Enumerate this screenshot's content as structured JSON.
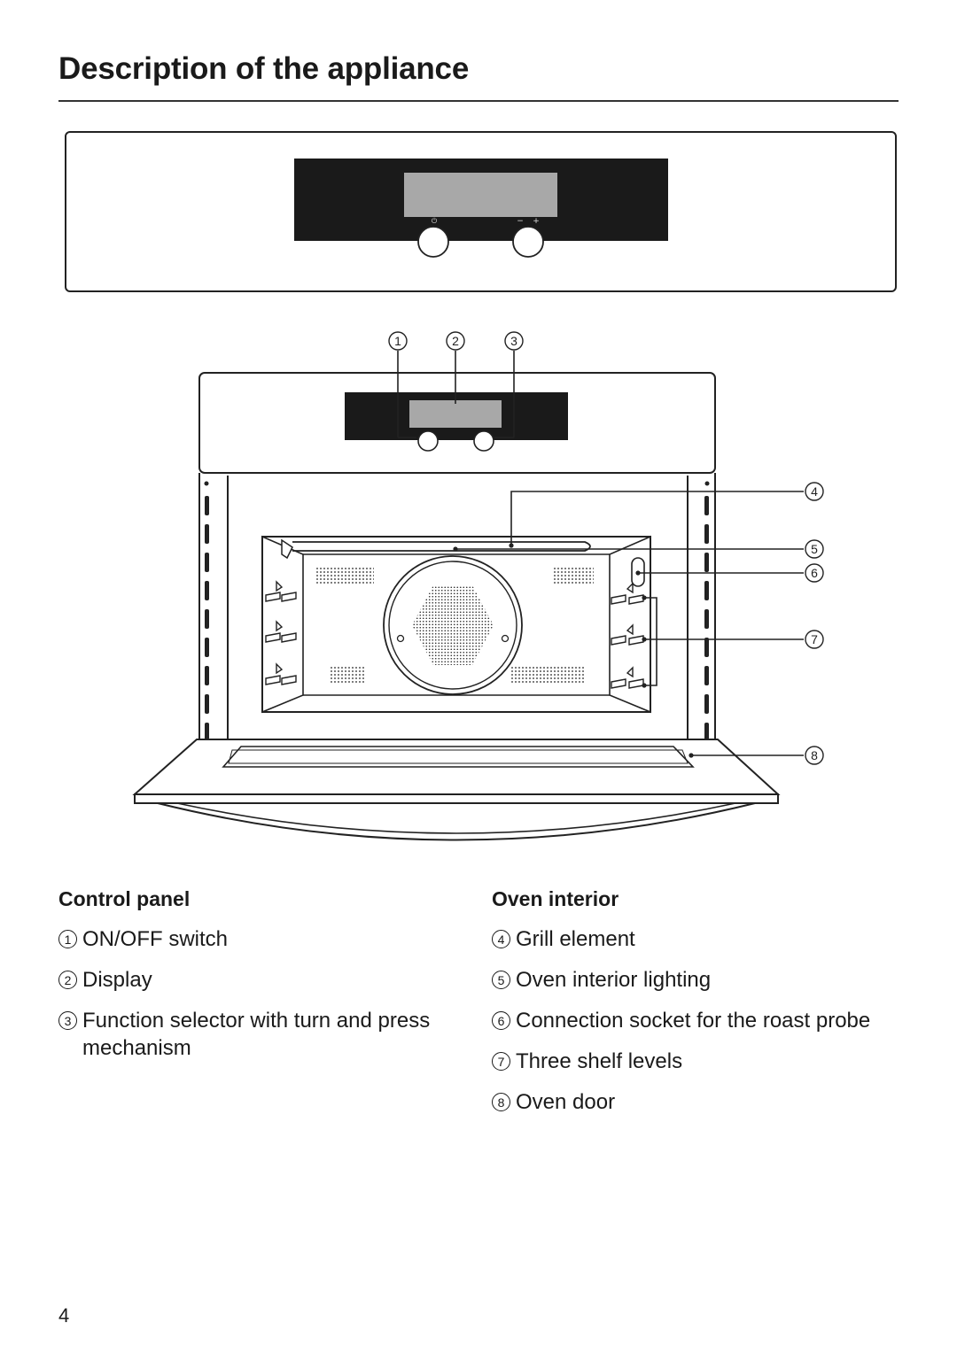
{
  "page": {
    "title": "Description of the appliance",
    "page_number": "4"
  },
  "diagram": {
    "callouts": [
      "1",
      "2",
      "3",
      "4",
      "5",
      "6",
      "7",
      "8"
    ],
    "panel_symbols": {
      "power": "⏻",
      "minus": "−",
      "plus": "+"
    }
  },
  "control_panel": {
    "heading": "Control panel",
    "items": [
      {
        "num": "1",
        "label": "ON/OFF switch"
      },
      {
        "num": "2",
        "label": "Display"
      },
      {
        "num": "3",
        "label": "Function selector with turn and press mechanism"
      }
    ]
  },
  "oven_interior": {
    "heading": "Oven interior",
    "items": [
      {
        "num": "4",
        "label": "Grill element"
      },
      {
        "num": "5",
        "label": "Oven interior lighting"
      },
      {
        "num": "6",
        "label": "Connection socket for the roast probe"
      },
      {
        "num": "7",
        "label": "Three shelf levels"
      },
      {
        "num": "8",
        "label": "Oven door"
      }
    ]
  }
}
